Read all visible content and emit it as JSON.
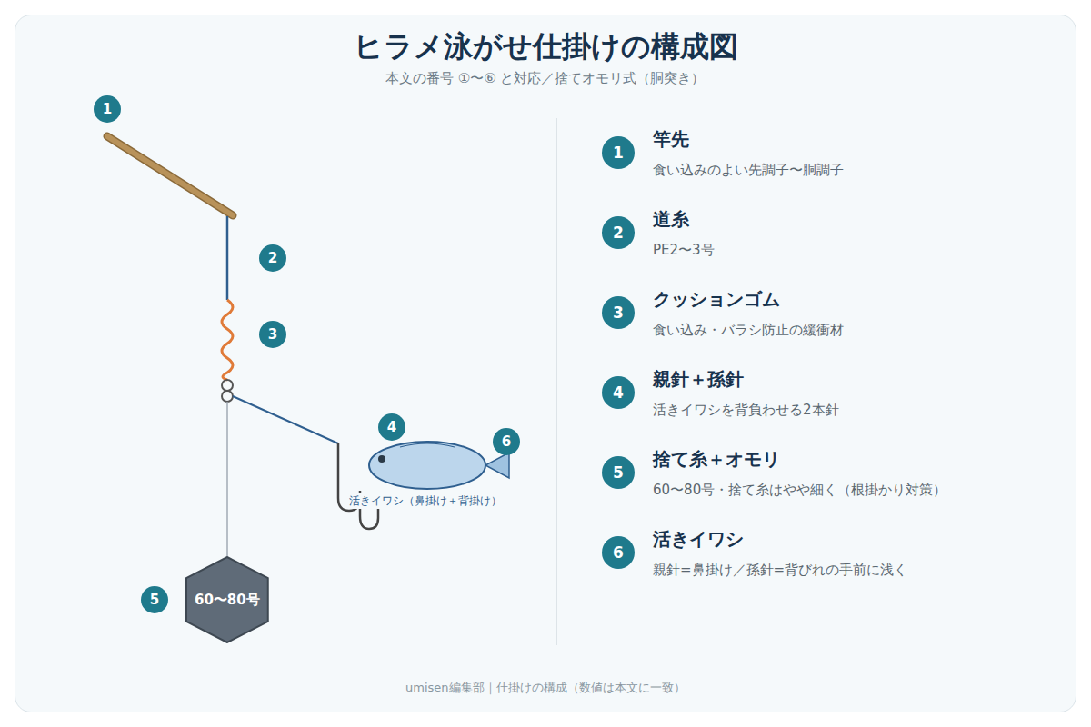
{
  "diagram": {
    "title": "ヒラメ泳がせ仕掛けの構成図",
    "caption": "umisen編集部｜仕掛けの構成（数値は本文に一致）",
    "nodes": [
      {
        "text": [
          "60〜80号"
        ]
      }
    ],
    "labels": [
      "本文の番号 ①〜⑥ と対応／捨てオモリ式（胴突き）",
      "1",
      "2",
      "3",
      "4",
      "5",
      "6",
      "活きイワシ（鼻掛け＋背掛け）",
      "1",
      "竿先",
      "食い込みのよい先調子〜胴調子",
      "2",
      "道糸",
      "PE2〜3号",
      "3",
      "クッションゴム",
      "食い込み・バラシ防止の緩衝材",
      "4",
      "親針＋孫針",
      "活きイワシを背負わせる2本針",
      "5",
      "捨て糸＋オモリ",
      "60〜80号・捨て糸はやや細く（根掛かり対策）",
      "6",
      "活きイワシ",
      "親針=鼻掛け／孫針=背びれの手前に浅く"
    ]
  }
}
